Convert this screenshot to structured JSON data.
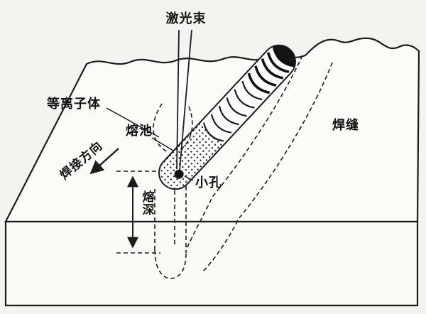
{
  "diagram": {
    "title": "laser-deep-penetration-welding-schematic",
    "labels": {
      "laser_beam": "激光束",
      "plasma": "等离子体",
      "molten_pool": "熔池",
      "welding_direction": "焊接方向",
      "penetration_depth": "熔深",
      "keyhole": "小孔",
      "weld_seam": "焊缝"
    },
    "colors": {
      "line": "#1c1c1c",
      "background": "#f5f3f0",
      "surface": "#fcfbf8",
      "weld_dark": "#151515"
    }
  }
}
